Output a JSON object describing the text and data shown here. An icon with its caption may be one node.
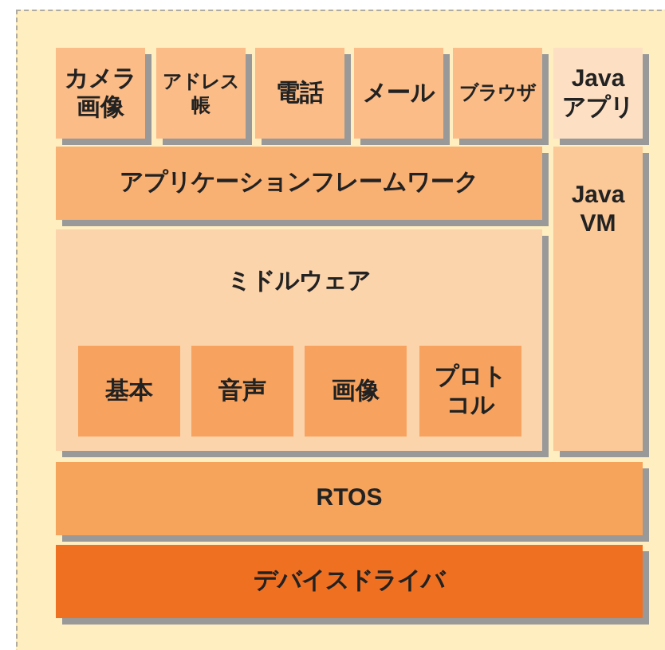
{
  "diagram": {
    "nodes": [
      {
        "text": [
          "カメラ画像"
        ]
      },
      {
        "text": [
          "アドレス帳"
        ]
      },
      {
        "text": [
          "電話"
        ]
      },
      {
        "text": [
          "メール"
        ]
      },
      {
        "text": [
          "ブラウザ"
        ]
      },
      {
        "text": [
          "Java アプリ"
        ]
      },
      {
        "text": [
          "アプリケーションフレームワーク"
        ]
      },
      {
        "text": [
          "ミドルウェア"
        ]
      },
      {
        "text": [
          "基本"
        ],
        "in": 7
      },
      {
        "text": [
          "音声"
        ],
        "in": 7
      },
      {
        "text": [
          "画像"
        ],
        "in": 7
      },
      {
        "text": [
          "プロトコル"
        ],
        "in": 7
      },
      {
        "text": [
          "Java VM"
        ]
      },
      {
        "text": [
          "RTOS"
        ]
      },
      {
        "text": [
          "デバイスドライバ"
        ]
      }
    ]
  }
}
